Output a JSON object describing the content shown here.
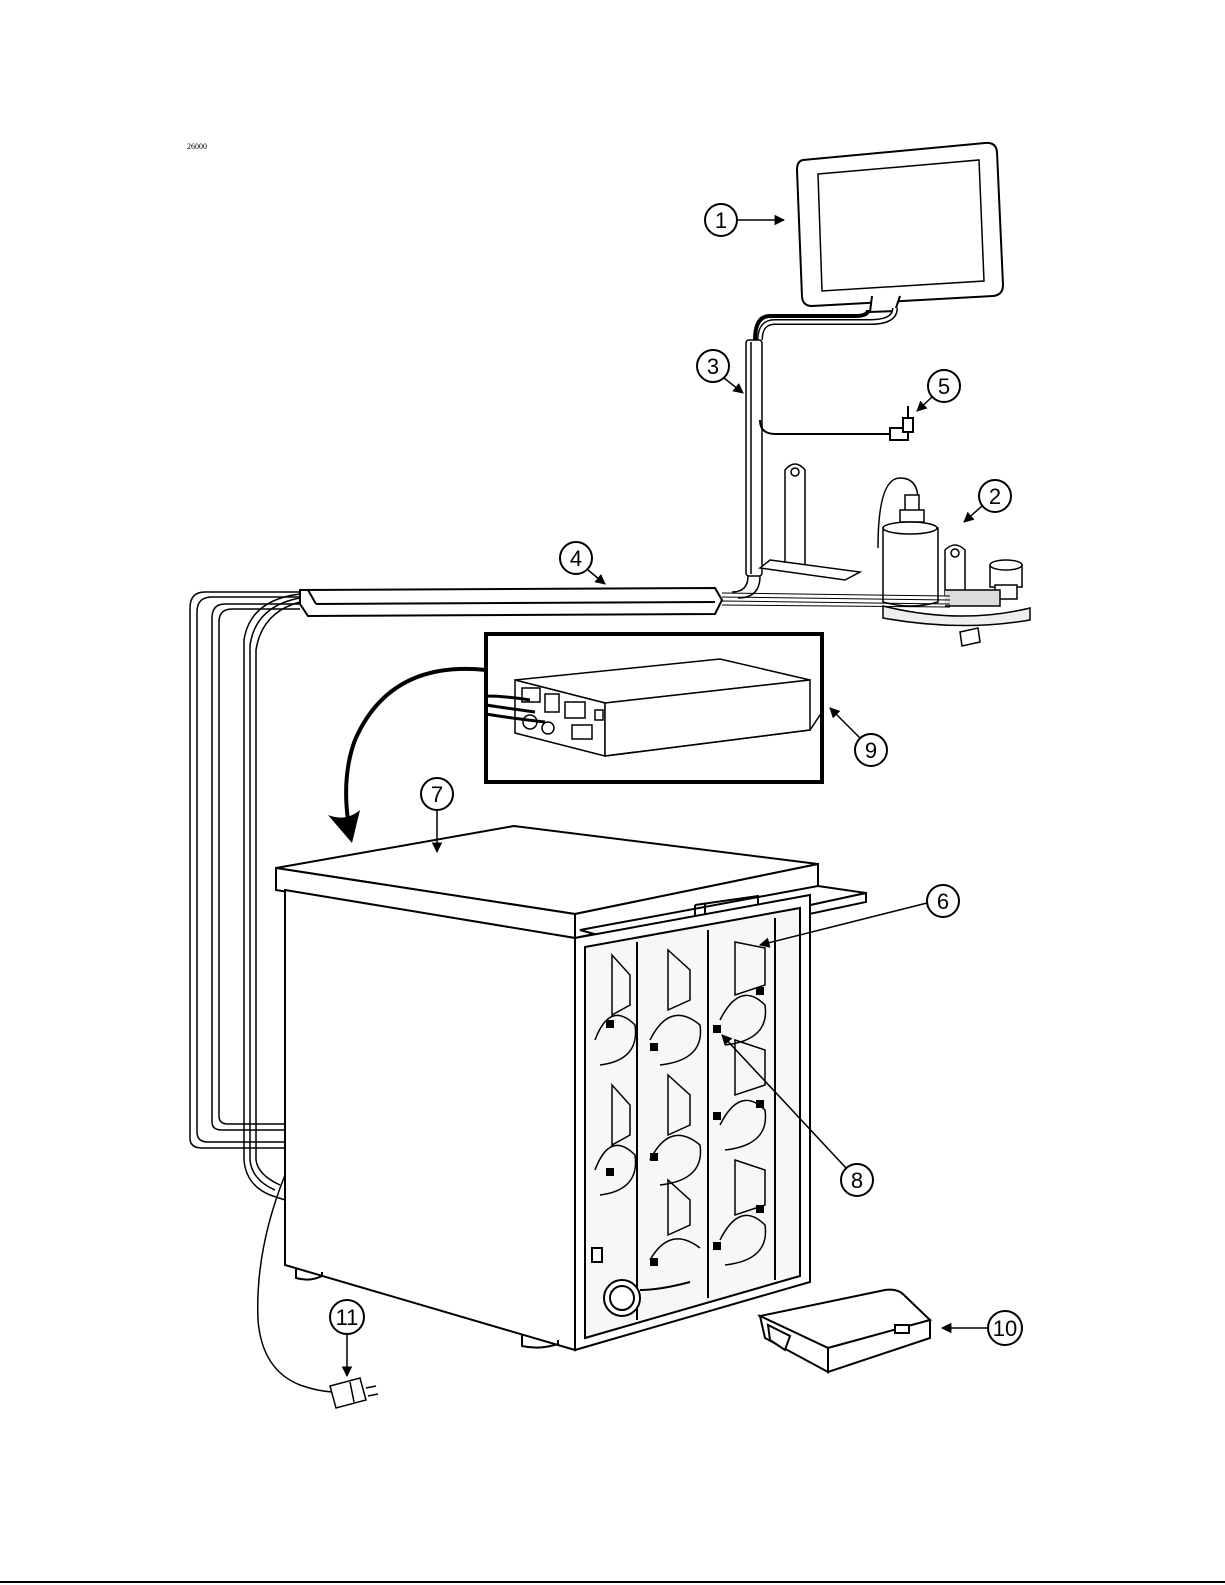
{
  "figure_ref": "26000",
  "callouts": [
    {
      "id": 1,
      "label": "1"
    },
    {
      "id": 2,
      "label": "2"
    },
    {
      "id": 3,
      "label": "3"
    },
    {
      "id": 4,
      "label": "4"
    },
    {
      "id": 5,
      "label": "5"
    },
    {
      "id": 6,
      "label": "6"
    },
    {
      "id": 7,
      "label": "7"
    },
    {
      "id": 8,
      "label": "8"
    },
    {
      "id": 9,
      "label": "9"
    },
    {
      "id": 10,
      "label": "10"
    },
    {
      "id": 11,
      "label": "11"
    }
  ],
  "colors": {
    "line": "#000000",
    "panel": "#ffffff",
    "shade": "#d9d9d9"
  }
}
